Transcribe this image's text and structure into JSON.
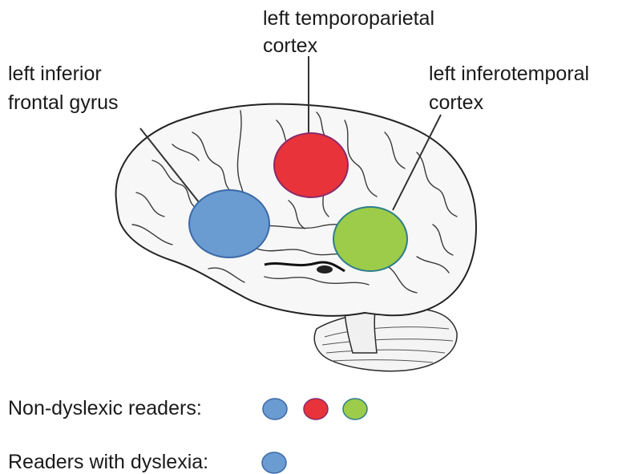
{
  "regions": [
    {
      "key": "ifg",
      "line1": "left inferior",
      "line2": "frontal gyrus",
      "color": "#6a9bd1"
    },
    {
      "key": "tpc",
      "line1": "left temporoparietal",
      "line2": "cortex",
      "color": "#e8333a"
    },
    {
      "key": "itc",
      "line1": "left inferotemporal",
      "line2": "cortex",
      "color": "#9ccc4a"
    }
  ],
  "legend": {
    "non_dyslexic": {
      "label": "Non-dyslexic readers:",
      "dots": [
        "#6a9bd1",
        "#e8333a",
        "#9ccc4a"
      ]
    },
    "dyslexic": {
      "label": "Readers with dyslexia:",
      "dots": [
        "#6a9bd1"
      ]
    }
  }
}
